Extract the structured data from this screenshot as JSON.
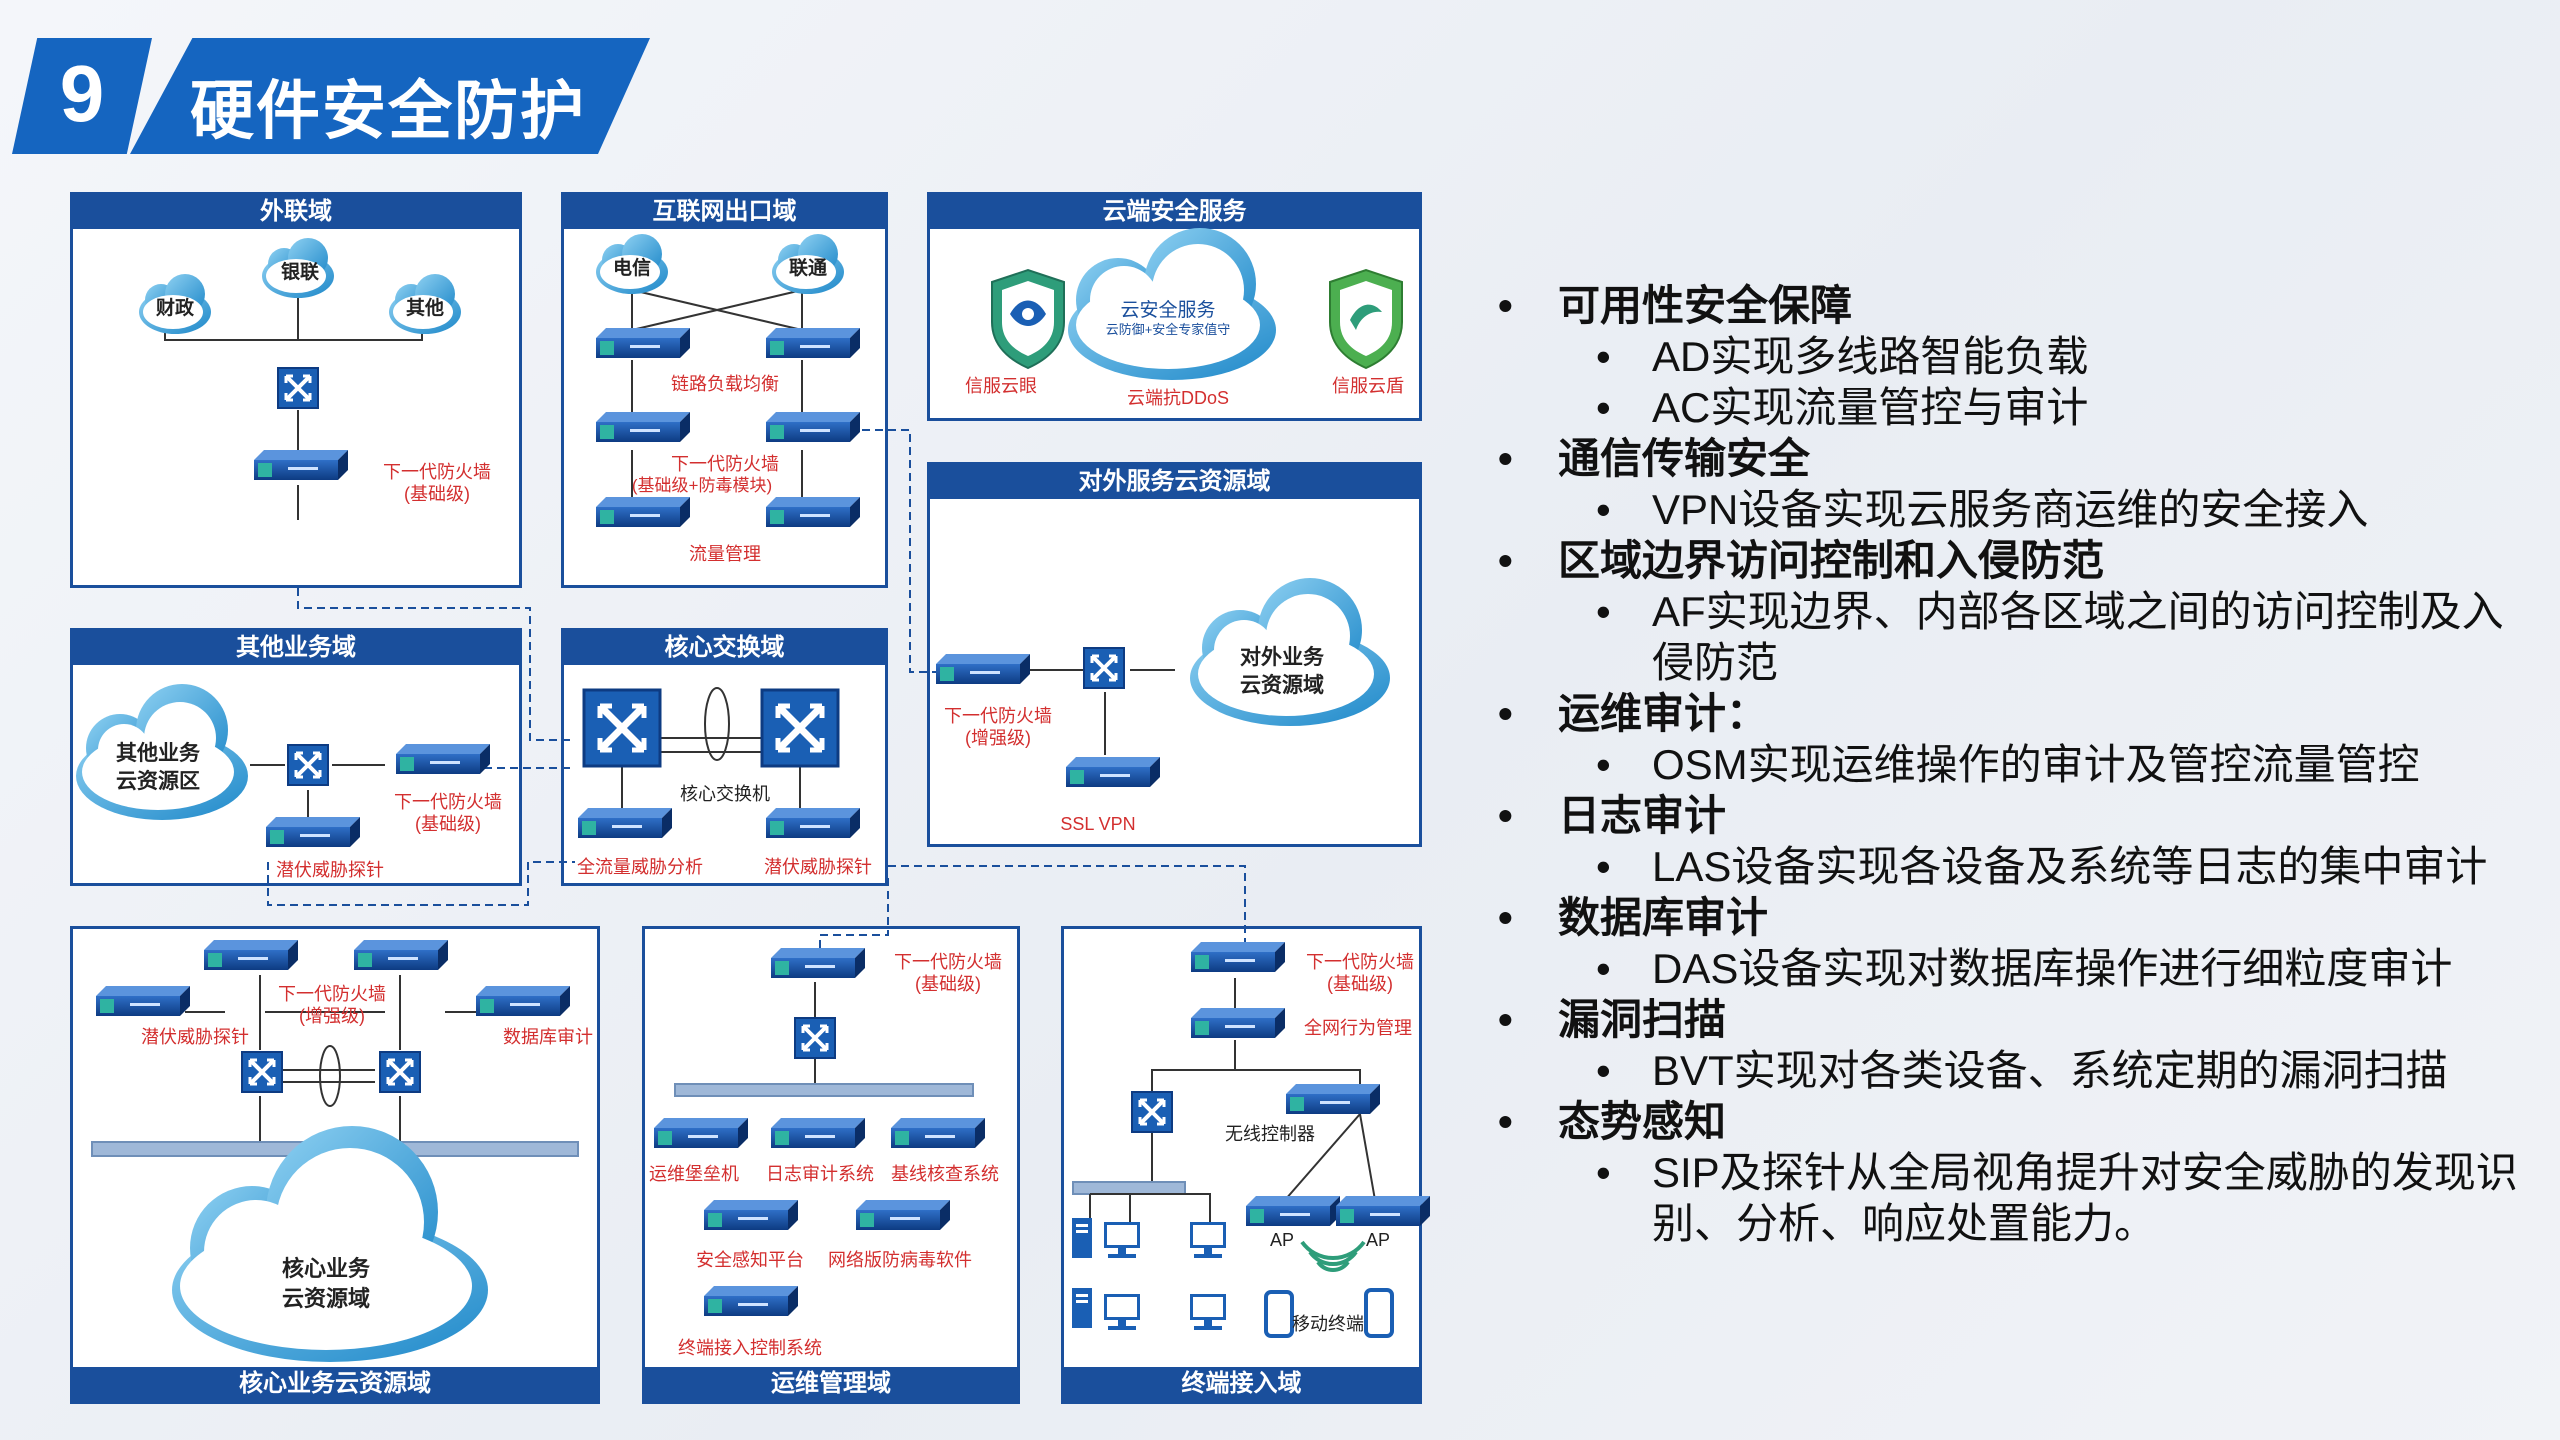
{
  "header": {
    "number": "9",
    "title": "硬件安全防护"
  },
  "zones": {
    "waillian": "外联域",
    "internet_exit": "互联网出口域",
    "cloud_security": "云端安全服务",
    "external_service_cloud": "对外服务云资源域",
    "other_business": "其他业务域",
    "core_switch": "核心交换域",
    "core_business_cloud": "核心业务云资源域",
    "ops_management": "运维管理域",
    "terminal_access": "终端接入域"
  },
  "labels": {
    "yinlian": "银联",
    "caizheng": "财政",
    "qita": "其他",
    "ngfw_basic_1": "下一代防火墙",
    "ngfw_basic_1b": "(基础级)",
    "dianxin": "电信",
    "liantong": "联通",
    "link_lb": "链路负载均衡",
    "ngfw_av_1": "下一代防火墙",
    "ngfw_av_2": "(基础级+防毒模块)",
    "flow_mgmt": "流量管理",
    "cloud_svc_1": "云安全服务",
    "cloud_svc_2": "云防御+安全专家值守",
    "xinfu_eye": "信服云眼",
    "cloud_ddos": "云端抗DDoS",
    "xinfu_shield": "信服云盾",
    "ext_cloud_1": "对外业务",
    "ext_cloud_2": "云资源域",
    "ngfw_enh_1": "下一代防火墙",
    "ngfw_enh_1b": "(增强级)",
    "ssl_vpn": "SSL VPN",
    "other_cloud_1": "其他业务",
    "other_cloud_2": "云资源区",
    "ngfw_basic_2": "下一代防火墙",
    "ngfw_basic_2b": "(基础级)",
    "latent_probe_1": "潜伏威胁探针",
    "core_switch_label": "核心交换机",
    "full_flow": "全流量威胁分析",
    "latent_probe_2": "潜伏威胁探针",
    "ngfw_enh_2": "下一代防火墙",
    "ngfw_enh_2b": "(增强级)",
    "latent_probe_3": "潜伏威胁探针",
    "db_audit": "数据库审计",
    "core_cloud_1": "核心业务",
    "core_cloud_2": "云资源域",
    "ngfw_basic_3": "下一代防火墙",
    "ngfw_basic_3b": "(基础级)",
    "bastion": "运维堡垒机",
    "log_audit": "日志审计系统",
    "baseline": "基线核查系统",
    "sense_platform": "安全感知平台",
    "net_av": "网络版防病毒软件",
    "terminal_ctrl": "终端接入控制系统",
    "ngfw_basic_4": "下一代防火墙",
    "ngfw_basic_4b": "(基础级)",
    "behavior_mgmt": "全网行为管理",
    "wlan_ctrl": "无线控制器",
    "ap1": "AP",
    "ap2": "AP",
    "mobile": "移动终端"
  },
  "bullets": [
    {
      "title": "可用性安全保障",
      "items": [
        "AD实现多线路智能负载",
        "AC实现流量管控与审计"
      ]
    },
    {
      "title": "通信传输安全",
      "items": [
        "VPN设备实现云服务商运维的安全接入"
      ]
    },
    {
      "title": "区域边界访问控制和入侵防范",
      "items": [
        "AF实现边界、内部各区域之间的访问控制及入侵防范"
      ]
    },
    {
      "title": "运维审计：",
      "items": [
        "OSM实现运维操作的审计及管控流量管控"
      ]
    },
    {
      "title": "日志审计",
      "items": [
        "LAS设备实现各设备及系统等日志的集中审计"
      ]
    },
    {
      "title": "数据库审计",
      "items": [
        "DAS设备实现对数据库操作进行细粒度审计"
      ]
    },
    {
      "title": "漏洞扫描",
      "items": [
        "BVT实现对各类设备、系统定期的漏洞扫描"
      ]
    },
    {
      "title": "态势感知",
      "items": [
        "SIP及探针从全局视角提升对安全威胁的发现识别、分析、响应处置能力。"
      ]
    }
  ],
  "colors": {
    "brand": "#1a4f9c",
    "accent": "#1565c0",
    "label_red": "#d32f2f"
  }
}
